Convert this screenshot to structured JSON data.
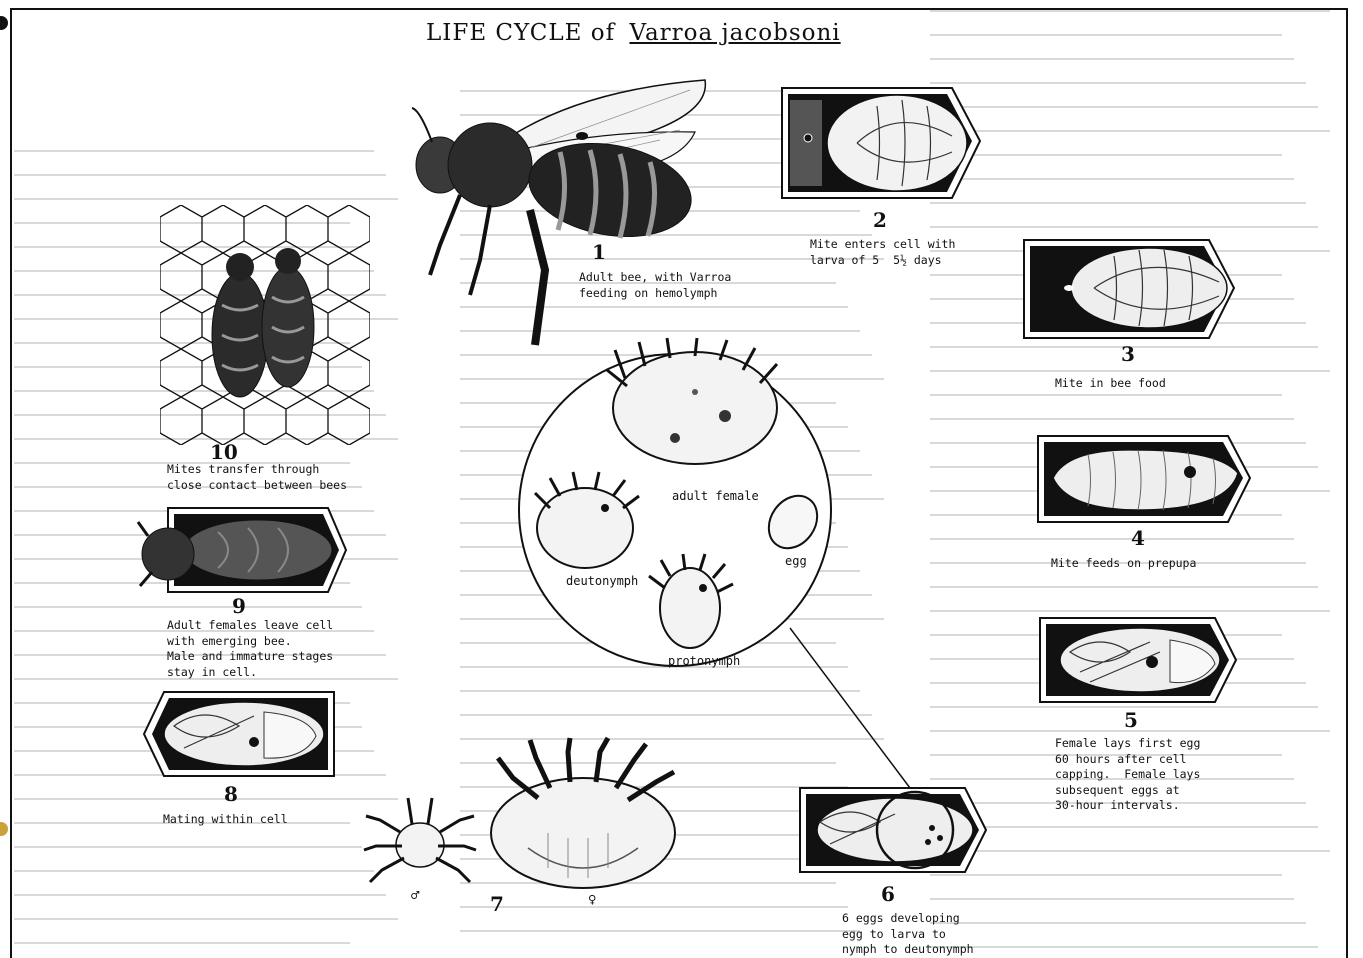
{
  "title": {
    "prefix": "LIFE CYCLE of",
    "species": "Varroa jacobsoni"
  },
  "stages": [
    {
      "number": "1",
      "caption": "Adult bee, with Varroa\nfeeding on hemolymph"
    },
    {
      "number": "2",
      "caption": "Mite enters cell with\nlarva of 5  5½ days"
    },
    {
      "number": "3",
      "caption": "Mite in bee food"
    },
    {
      "number": "4",
      "caption": "Mite feeds on prepupa"
    },
    {
      "number": "5",
      "caption": "Female lays first egg\n60 hours after cell\ncapping.  Female lays\nsubsequent eggs at\n30-hour intervals."
    },
    {
      "number": "6",
      "caption": "6 eggs developing\negg to larva to\nnymph to deutonymph"
    },
    {
      "number": "7",
      "caption": ""
    },
    {
      "number": "8",
      "caption": "Mating within cell"
    },
    {
      "number": "9",
      "caption": "Adult females leave cell\nwith emerging bee.\nMale and immature stages\nstay in cell."
    },
    {
      "number": "10",
      "caption": "Mites transfer through\nclose contact between bees"
    }
  ],
  "inset_labels": {
    "adult_female": "adult female",
    "egg": "egg",
    "deutonymph": "deutonymph",
    "protonymph": "protonymph"
  },
  "symbols": {
    "male": "♂",
    "female": "♀"
  },
  "colors": {
    "ink": "#111111",
    "paper": "#ffffff",
    "bleed": "#d9d9d9",
    "binder_hole": "#111111"
  }
}
